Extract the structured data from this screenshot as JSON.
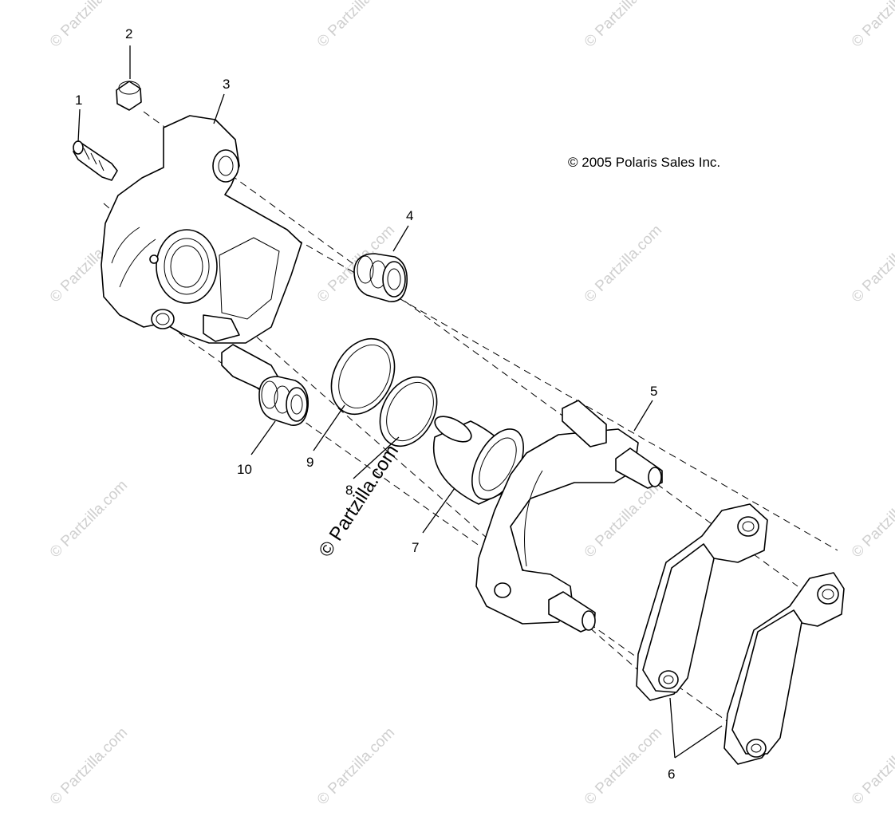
{
  "copyright": "© 2005 Polaris Sales Inc.",
  "watermark": "© Partzilla.com",
  "callouts": {
    "c1": "1",
    "c2": "2",
    "c3": "3",
    "c4": "4",
    "c5": "5",
    "c6": "6",
    "c7": "7",
    "c8": "8",
    "c9": "9",
    "c10": "10"
  }
}
